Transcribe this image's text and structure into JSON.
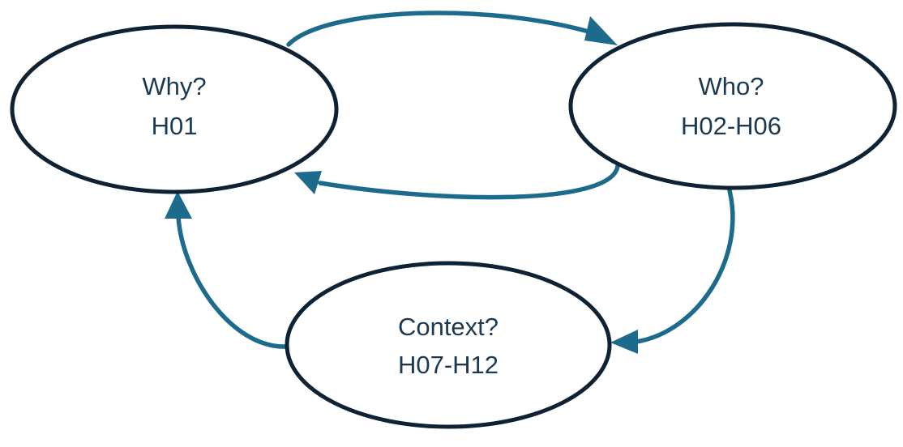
{
  "diagram": {
    "colors": {
      "node_outline": "#0f2233",
      "edge": "#1c6a8c",
      "text": "#1b3a52",
      "background": "#ffffff"
    },
    "nodes": [
      {
        "id": "why",
        "title": "Why?",
        "code": "H01"
      },
      {
        "id": "who",
        "title": "Who?",
        "code": "H02-H06"
      },
      {
        "id": "context",
        "title": "Context?",
        "code": "H07-H12"
      }
    ],
    "edges": [
      {
        "from": "why",
        "to": "who"
      },
      {
        "from": "who",
        "to": "why"
      },
      {
        "from": "who",
        "to": "context"
      },
      {
        "from": "context",
        "to": "why"
      }
    ]
  }
}
